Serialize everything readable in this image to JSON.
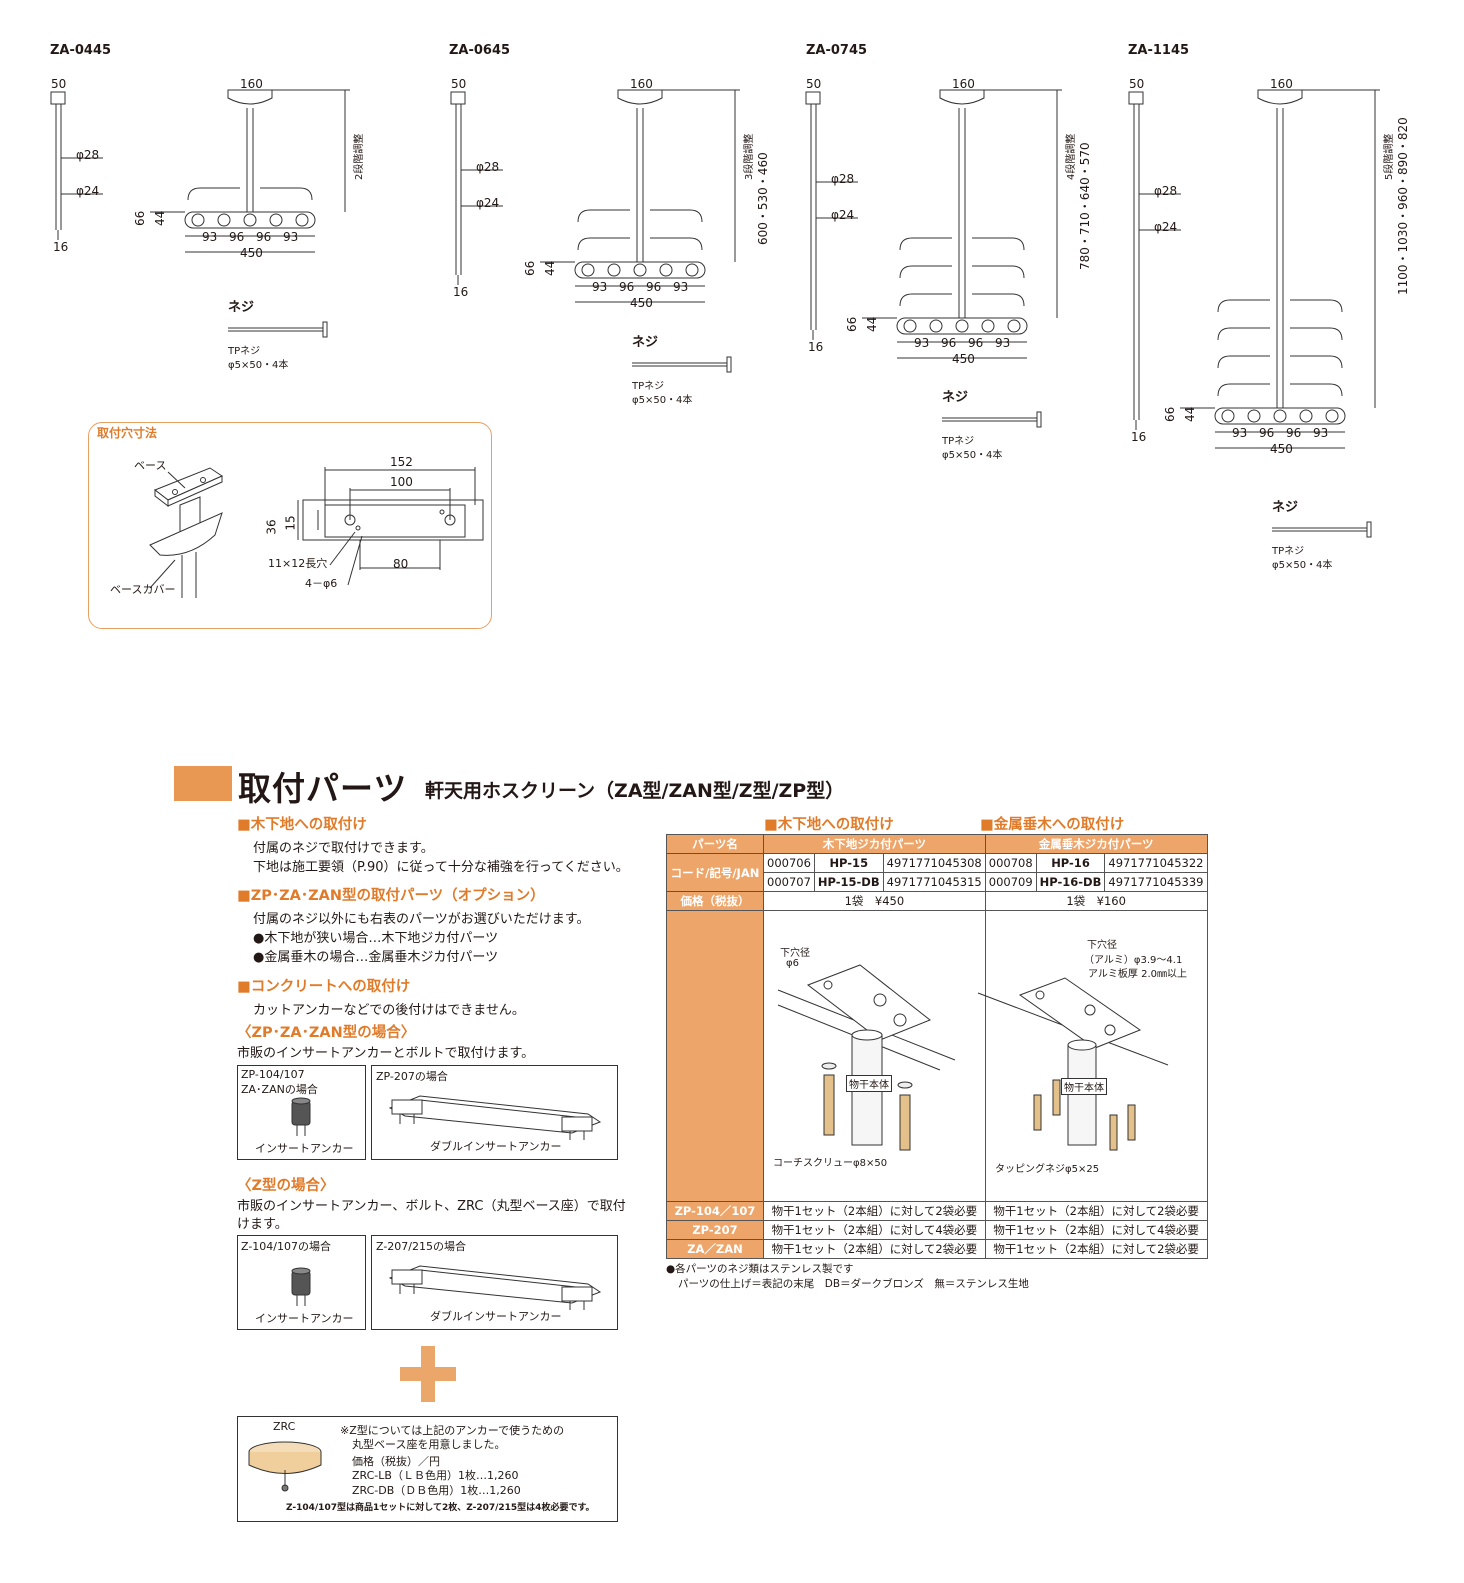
{
  "models": [
    {
      "name": "ZA-0445",
      "top": "160",
      "pole_w": "50",
      "d28": "φ28",
      "d24": "φ24",
      "bottom": "16",
      "h66": "66",
      "h44": "44",
      "s1": "93",
      "s2": "96",
      "s3": "96",
      "s4": "93",
      "width": "450",
      "adjust": "2段階調整",
      "heights": ""
    },
    {
      "name": "ZA-0645",
      "top": "160",
      "pole_w": "50",
      "d28": "φ28",
      "d24": "φ24",
      "bottom": "16",
      "h66": "66",
      "h44": "44",
      "s1": "93",
      "s2": "96",
      "s3": "96",
      "s4": "93",
      "width": "450",
      "adjust": "3段階調整",
      "heights": "600・530・460"
    },
    {
      "name": "ZA-0745",
      "top": "160",
      "pole_w": "50",
      "d28": "φ28",
      "d24": "φ24",
      "bottom": "16",
      "h66": "66",
      "h44": "44",
      "s1": "93",
      "s2": "96",
      "s3": "96",
      "s4": "93",
      "width": "450",
      "adjust": "4段階調整",
      "heights": "780・710・640・570"
    },
    {
      "name": "ZA-1145",
      "top": "160",
      "pole_w": "50",
      "d28": "φ28",
      "d24": "φ24",
      "bottom": "16",
      "h66": "66",
      "h44": "44",
      "s1": "93",
      "s2": "96",
      "s3": "96",
      "s4": "93",
      "width": "450",
      "adjust": "5段階調整",
      "heights": "1100・1030・960・890・820"
    }
  ],
  "screw": {
    "label": "ネジ",
    "type": "TPネジ",
    "spec": "φ5×50・4本"
  },
  "mount_hole": {
    "title": "取付穴寸法",
    "base": "ベース",
    "base_cover": "ベースカバー",
    "dim_152": "152",
    "dim_100": "100",
    "dim_80": "80",
    "dim_36": "36",
    "dim_15": "15",
    "slot": "11×12長穴",
    "holes": "4－φ6"
  },
  "parts_section": {
    "title": "取付パーツ",
    "subtitle": "軒天用ホスクリーン（ZA型/ZAN型/Z型/ZP型）",
    "wood_heading": "■木下地への取付け",
    "wood_text1": "付属のネジで取付けできます。",
    "wood_text2": "下地は施工要領（P.90）に従って十分な補強を行ってください。",
    "option_heading": "■ZP･ZA･ZAN型の取付パーツ（オプション）",
    "option_text1": "付属のネジ以外にも右表のパーツがお選びいただけます。",
    "option_text2": "●木下地が狭い場合…木下地ジカ付パーツ",
    "option_text3": "●金属垂木の場合…金属垂木ジカ付パーツ",
    "concrete_heading": "■コンクリートへの取付け",
    "concrete_text": "カットアンカーなどでの後付けはできません。",
    "zp_heading": "〈ZP･ZA･ZAN型の場合〉",
    "zp_text": "市販のインサートアンカーとボルトで取付けます。",
    "zp_box1_title1": "ZP-104/107",
    "zp_box1_title2": "ZA･ZANの場合",
    "zp_box1_caption": "インサートアンカー",
    "zp_box2_title": "ZP-207の場合",
    "zp_box2_caption": "ダブルインサートアンカー",
    "z_heading": "〈Z型の場合〉",
    "z_text1": "市販のインサートアンカー、ボルト、ZRC（丸型ベース座）で取付",
    "z_text2": "けます。",
    "z_box1_title": "Z-104/107の場合",
    "z_box1_caption": "インサートアンカー",
    "z_box2_title": "Z-207/215の場合",
    "z_box2_caption": "ダブルインサートアンカー",
    "zrc_title": "ZRC",
    "zrc_note1": "※Z型については上記のアンカーで使うための",
    "zrc_note2": "丸型ベース座を用意しました。",
    "zrc_price_label": "価格（税抜）／円",
    "zrc_lb": "ZRC-LB（ＬＢ色用）1枚…1,260",
    "zrc_db": "ZRC-DB（ＤＢ色用）1枚…1,260",
    "zrc_foot": "Z-104/107型は商品1セットに対して2枚、Z-207/215型は4枚必要です。"
  },
  "table": {
    "wood_heading": "■木下地への取付け",
    "metal_heading": "■金属垂木への取付け",
    "col_parts": "パーツ名",
    "wood_parts": "木下地ジカ付パーツ",
    "metal_parts": "金属垂木ジカ付パーツ",
    "col_code": "コード/記号/JAN",
    "rows_code": [
      [
        "000706",
        "HP-15",
        "4971771045308",
        "000708",
        "HP-16",
        "4971771045322"
      ],
      [
        "000707",
        "HP-15-DB",
        "4971771045315",
        "000709",
        "HP-16-DB",
        "4971771045339"
      ]
    ],
    "col_price": "価格（税抜）",
    "wood_price": "1袋　¥450",
    "metal_price": "1袋　¥160",
    "wood_hole": "下穴径",
    "wood_hole_size": "φ6",
    "metal_hole": "下穴径",
    "metal_hole_size": "（アルミ）φ3.9～4.1",
    "metal_thickness": "アルミ板厚 2.0㎜以上",
    "body_label": "物干本体",
    "wood_screw": "コーチスクリューφ8×50",
    "metal_screw": "タッピングネジφ5×25",
    "req_rows": [
      [
        "ZP-104／107",
        "物干1セット（2本組）に対して2袋必要",
        "物干1セット（2本組）に対して2袋必要"
      ],
      [
        "ZP-207",
        "物干1セット（2本組）に対して4袋必要",
        "物干1セット（2本組）に対して4袋必要"
      ],
      [
        "ZA／ZAN",
        "物干1セット（2本組）に対して2袋必要",
        "物干1セット（2本組）に対して2袋必要"
      ]
    ],
    "note1": "●各パーツのネジ類はステンレス製です",
    "note2": "パーツの仕上げ＝表記の末尾　DB＝ダークブロンズ　無＝ステンレス生地"
  },
  "colors": {
    "accent": "#e89852",
    "table_header": "#eea56a",
    "heading_text": "#e07b2a"
  }
}
